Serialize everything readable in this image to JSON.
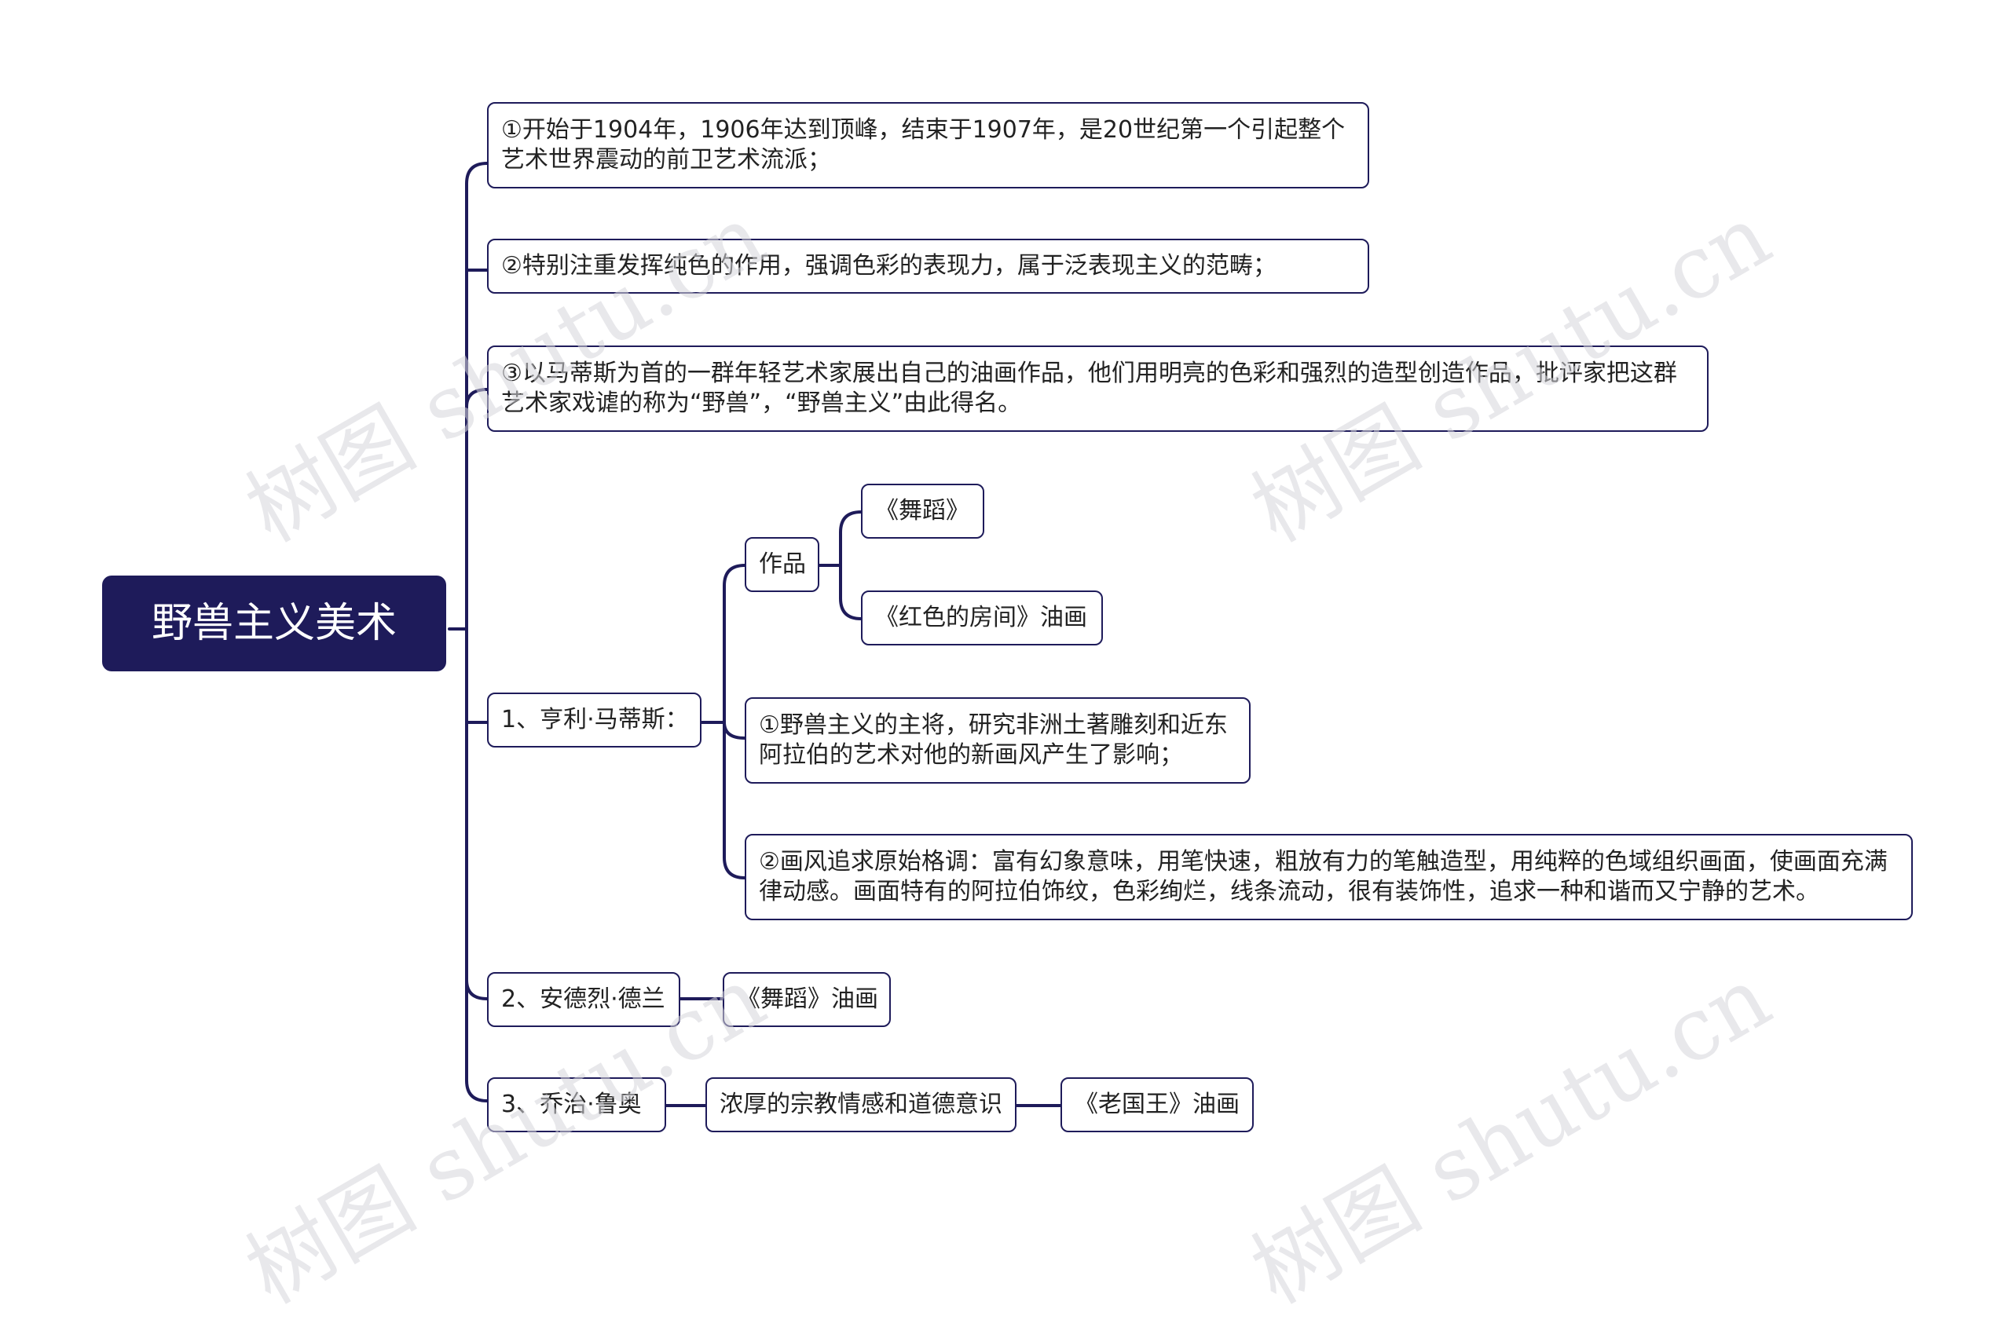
{
  "root": {
    "label": "野兽主义美术"
  },
  "branches": {
    "intro1": "①开始于1904年，1906年达到顶峰，结束于1907年，是20世纪第一个引起整个艺术世界震动的前卫艺术流派；",
    "intro2": "②特别注重发挥纯色的作用，强调色彩的表现力，属于泛表现主义的范畴；",
    "intro3": "③以马蒂斯为首的一群年轻艺术家展出自己的油画作品，他们用明亮的色彩和强烈的造型创造作品，批评家把这群艺术家戏谑的称为“野兽”，“野兽主义”由此得名。",
    "matisse": {
      "label": "1、亨利·马蒂斯：",
      "works": {
        "label": "作品",
        "items": [
          "《舞蹈》",
          "《红色的房间》油画"
        ]
      },
      "note1": "①野兽主义的主将，研究非洲土著雕刻和近东阿拉伯的艺术对他的新画风产生了影响；",
      "note2": "②画风追求原始格调：富有幻象意味，用笔快速，粗放有力的笔触造型，用纯粹的色域组织画面，使画面充满律动感。画面特有的阿拉伯饰纹，色彩绚烂，线条流动，很有装饰性，追求一种和谐而又宁静的艺术。"
    },
    "derain": {
      "label": "2、安德烈·德兰",
      "work": "《舞蹈》油画"
    },
    "rouault": {
      "label": "3、乔治·鲁奥",
      "trait": "浓厚的宗教情感和道德意识",
      "work": "《老国王》油画"
    }
  },
  "watermark": "树图 shutu.cn",
  "colors": {
    "root_fill": "#1e1b5a",
    "line": "#1e1b5a",
    "border": "#1e1b5a",
    "text": "#222222"
  }
}
